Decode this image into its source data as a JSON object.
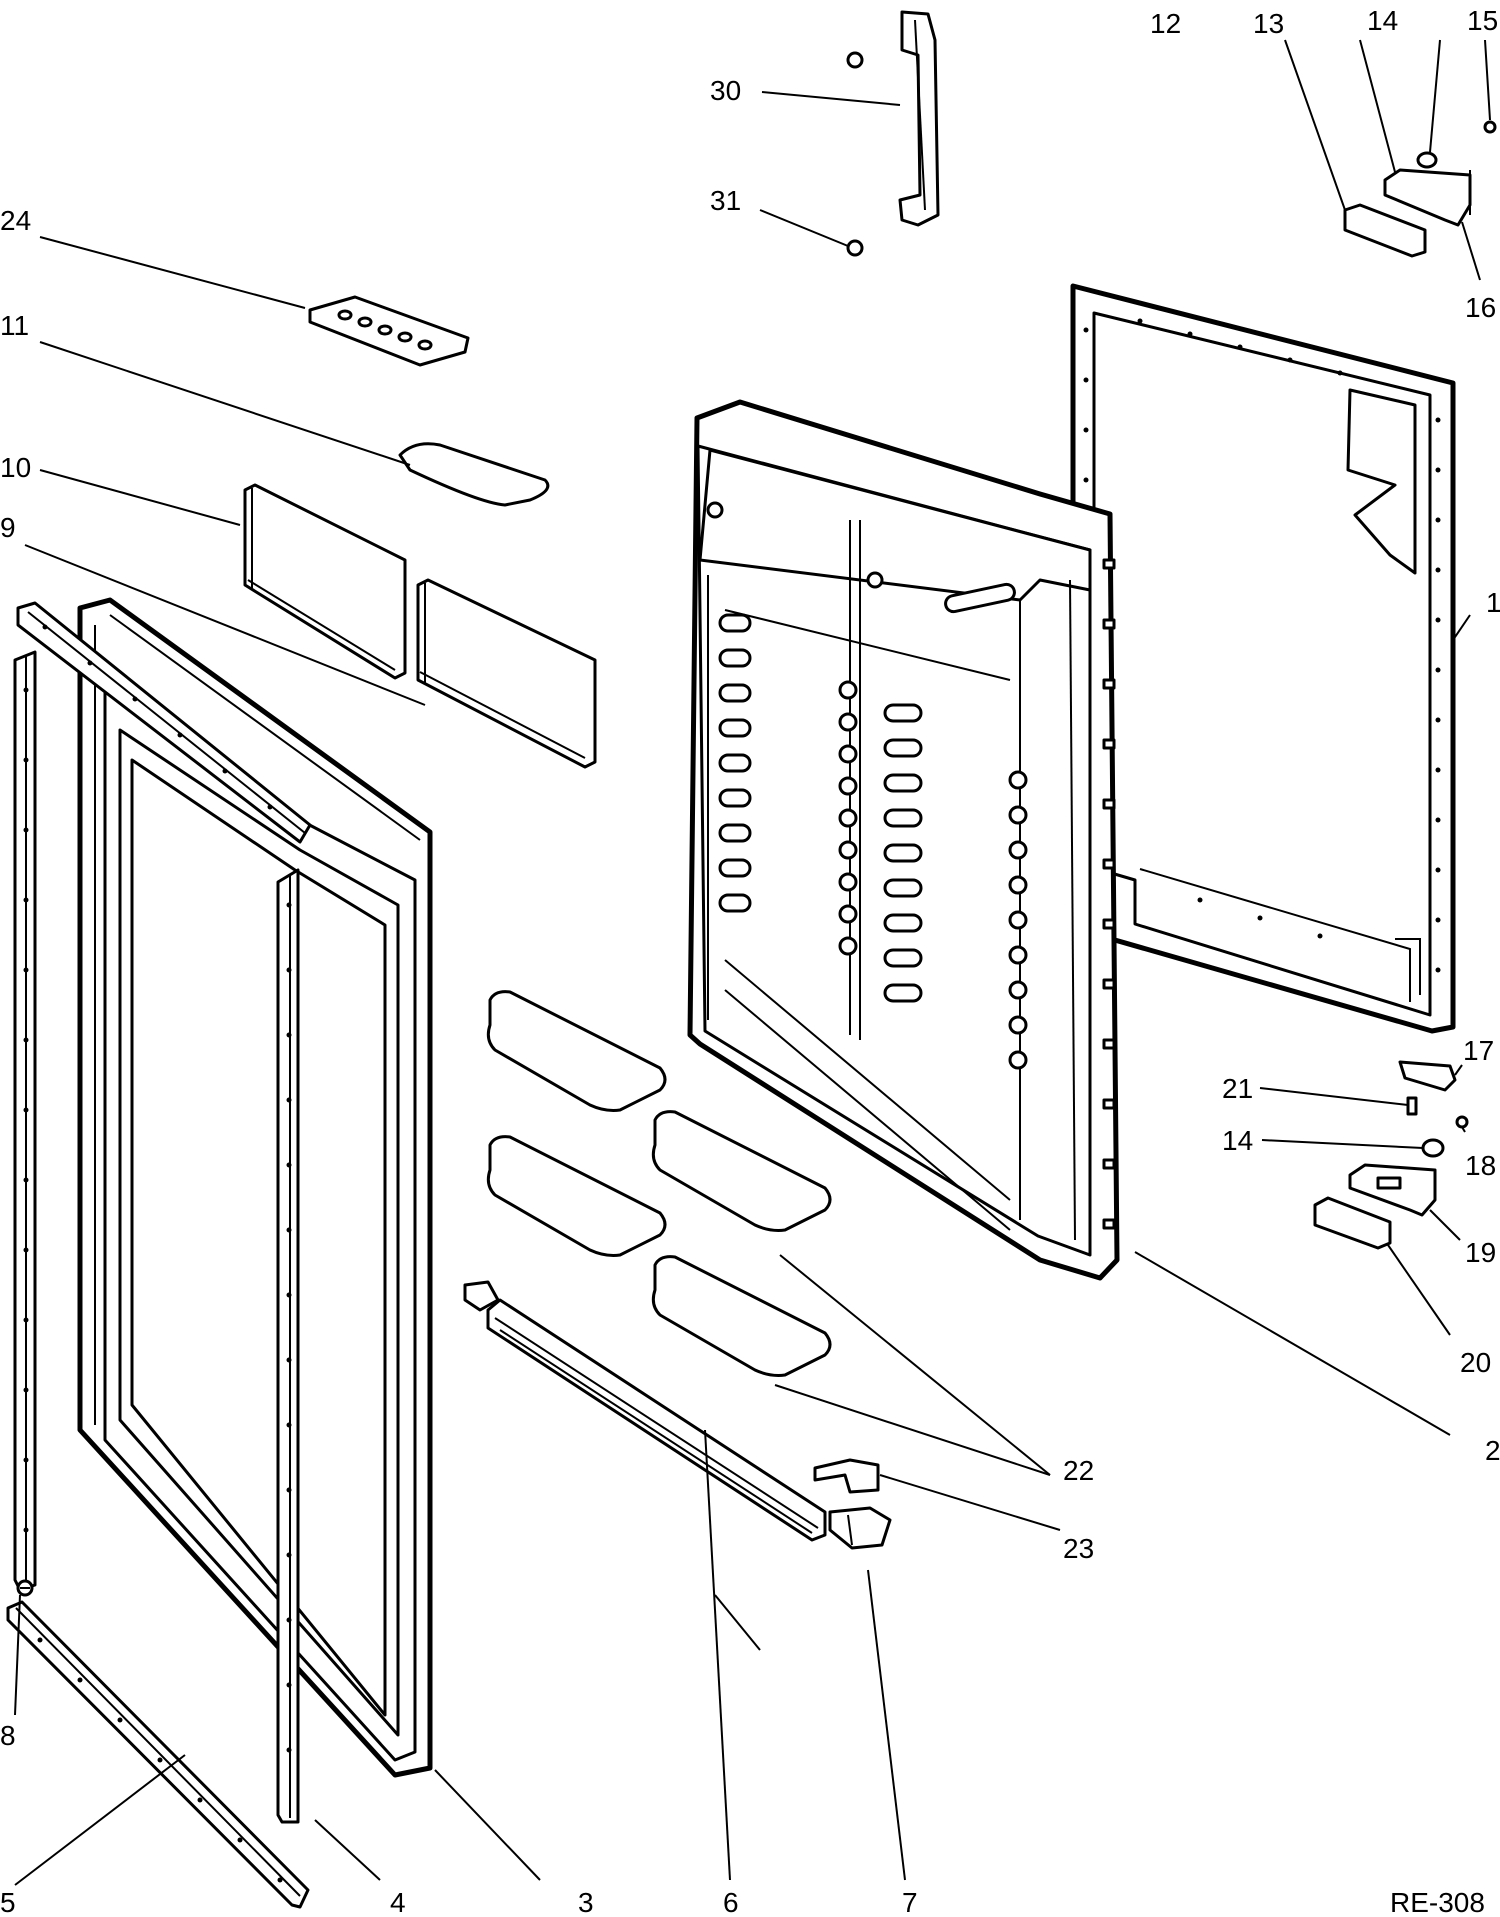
{
  "drawing_code": "RE-308",
  "callouts": {
    "c1": "1",
    "c2": "2",
    "c3": "3",
    "c4": "4",
    "c5": "5",
    "c6": "6",
    "c7": "7",
    "c8": "8",
    "c9": "9",
    "c10": "10",
    "c11": "11",
    "c12": "12",
    "c13": "13",
    "c14a": "14",
    "c14b": "14",
    "c15": "15",
    "c16": "16",
    "c17": "17",
    "c18": "18",
    "c19": "19",
    "c20": "20",
    "c21": "21",
    "c22": "22",
    "c23": "23",
    "c24": "24",
    "c30": "30",
    "c31": "31"
  },
  "colors": {
    "ink": "#000000",
    "paper": "#ffffff"
  }
}
